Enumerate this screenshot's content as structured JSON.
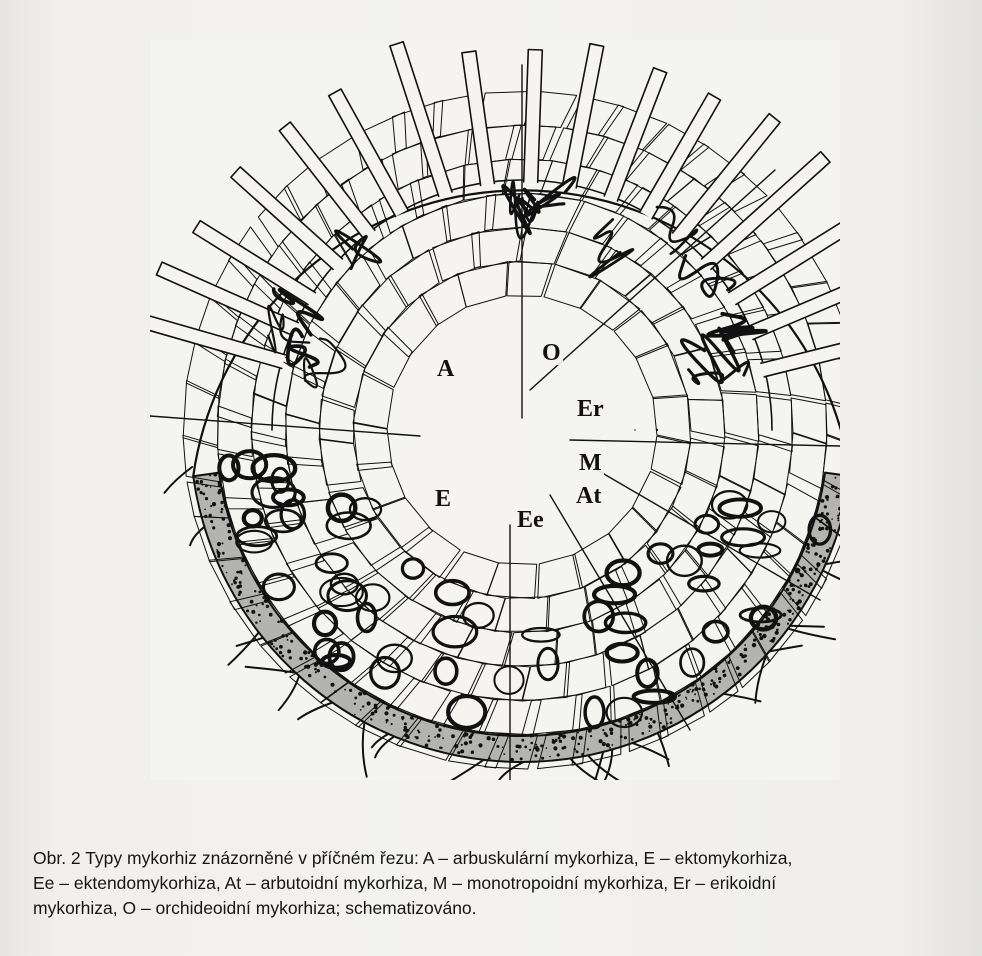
{
  "figure": {
    "labels": {
      "A": "A",
      "O": "O",
      "Er": "Er",
      "M": "M",
      "At": "At",
      "E": "E",
      "Ee": "Ee"
    }
  },
  "caption": {
    "line1": "Obr. 2  Typy mykorhiz znázorněné v příčném řezu: A – arbuskulární mykorhiza, E – ektomykorhiza,",
    "line2": "Ee  – ektendomykorhiza, At – arbutoidní mykorhiza, M – monotropoidní mykorhiza, Er – erikoidní",
    "line3": "mykorhiza, O – orchideoidní mykorhiza; schematizováno."
  },
  "colors": {
    "ink": "#111111",
    "paper": "#f3f2ef"
  }
}
